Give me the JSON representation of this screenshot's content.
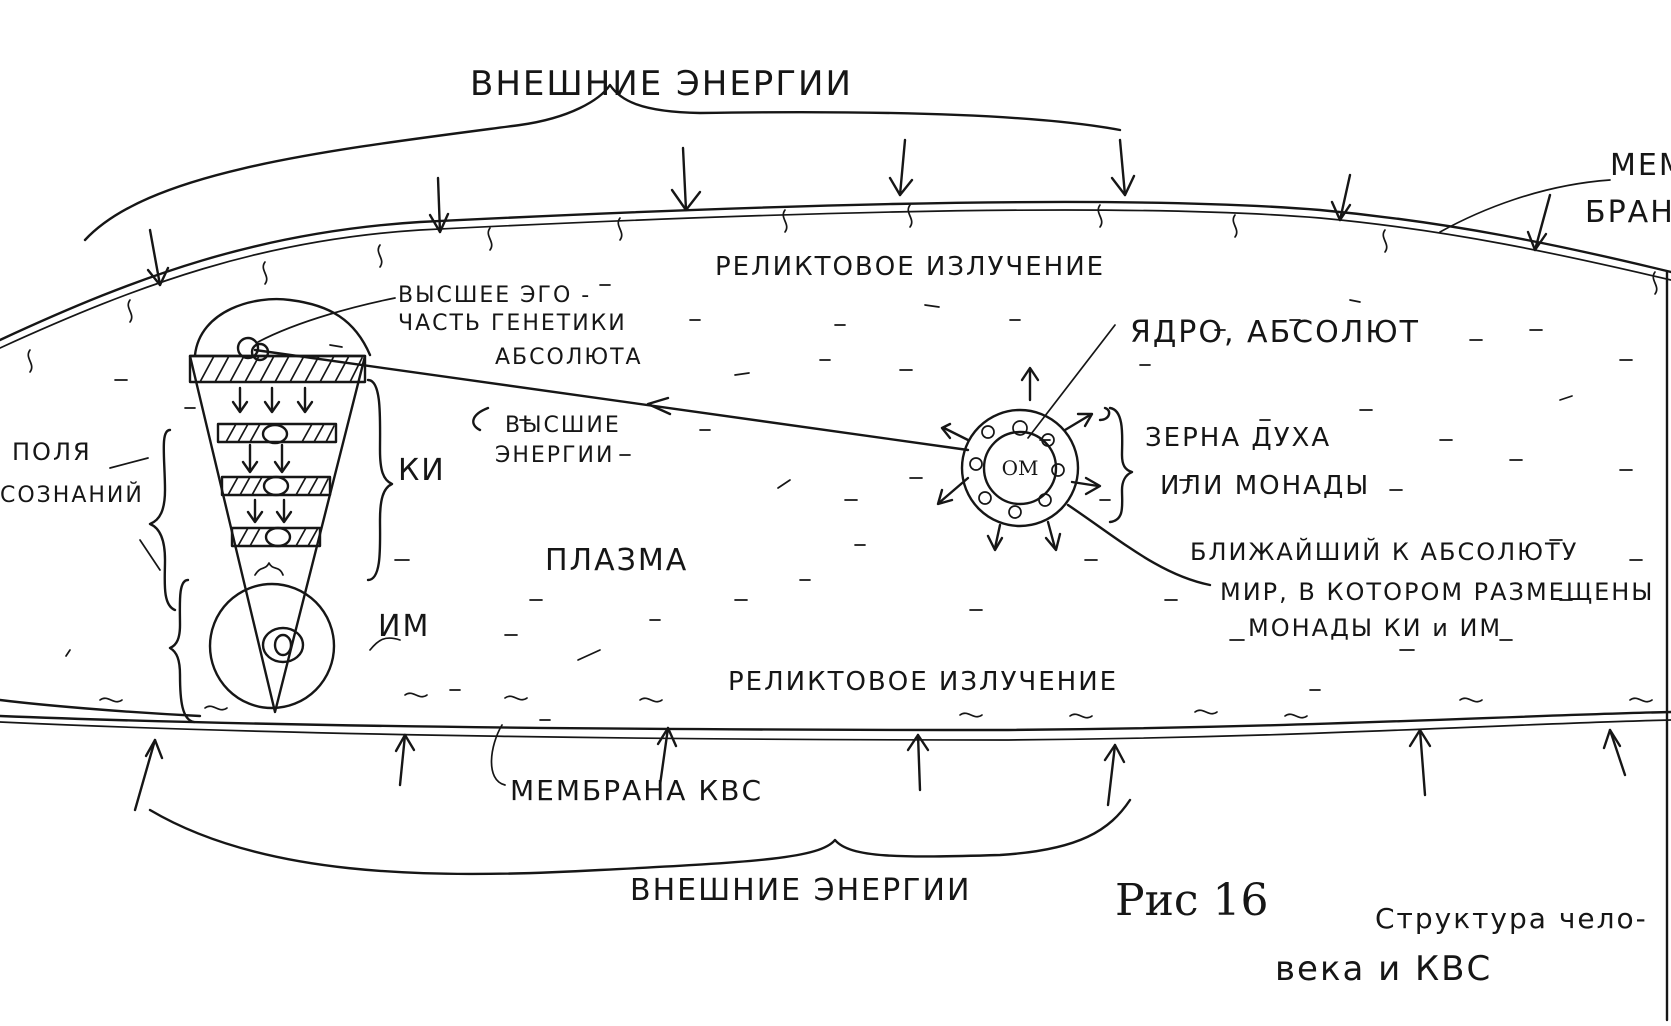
{
  "labels": {
    "outer_energies_top": "ВНЕШНИЕ ЭНЕРГИИ",
    "membrane_right_line1": "МЕМ",
    "membrane_right_line2": "БРАНА",
    "relic_top": "РЕЛИКТОВОЕ ИЗЛУЧЕНИЕ",
    "higher_ego_line1": "ВЫСШЕЕ ЭГО -",
    "higher_ego_line2": "ЧАСТЬ ГЕНЕТИКИ",
    "higher_ego_line3": "АБСОЛЮТА",
    "core_absolute": "ЯДРО, АБСОЛЮТ",
    "higher_energies_line1": "ВЫСШИЕ",
    "higher_energies_line2": "ЭНЕРГИИ",
    "fields_line1": "ПОЛЯ",
    "fields_line2": "СОЗНАНИЙ",
    "ki": "КИ",
    "grains_line1": "ЗЕРНА ДУХА",
    "grains_line2": "ИЛИ МОНАДЫ",
    "plasma": "ПЛАЗМА",
    "nearest_line1": "БЛИЖАЙШИЙ К АБСОЛЮТУ",
    "nearest_line2": "МИР, В КОТОРОМ РАЗМЕЩЕНЫ",
    "nearest_line3": "МОНАДЫ КИ и ИМ",
    "im": "ИМ",
    "relic_bottom": "РЕЛИКТОВОЕ ИЗЛУЧЕНИЕ",
    "membrane_kvs": "МЕМБРАНА КВС",
    "outer_energies_bottom": "ВНЕШНИЕ ЭНЕРГИИ",
    "figure_number": "Рис 16",
    "caption_line1": "Структура чело-",
    "caption_line2": "века и КВС"
  },
  "core_symbol": "ОМ",
  "colors": {
    "ink": "#161616",
    "paper": "#ffffff"
  }
}
